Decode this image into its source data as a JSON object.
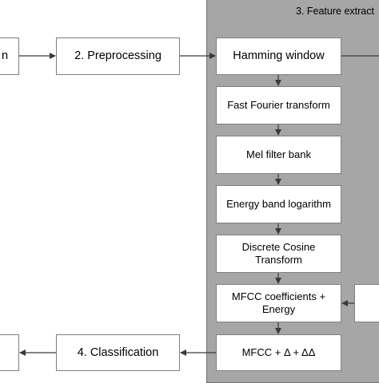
{
  "panel": {
    "title": "3. Feature extract"
  },
  "left_boxes": {
    "acquisition": "n",
    "preprocessing": "2. Preprocessing",
    "classification": "4. Classification",
    "result": ""
  },
  "steps": [
    "Hamming window",
    "Fast Fourier transform",
    "Mel filter bank",
    "Energy band logarithm",
    "Discrete Cosine\nTransform",
    "MFCC coefficients +\nEnergy",
    "MFCC + Δ + ΔΔ"
  ],
  "side_box": ""
}
